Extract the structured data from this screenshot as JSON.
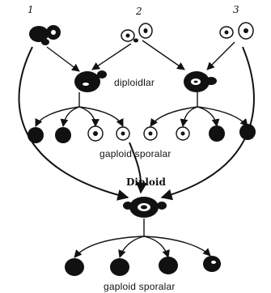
{
  "strain_numbers": [
    "1",
    "2",
    "3"
  ],
  "labels": {
    "diploidlar": "diploidlar",
    "gaploid_sporalar_top": "gaploid sporalar",
    "diploid": "Diploid",
    "gaploid_sporalar_bottom": "gaploid sporalar"
  },
  "colors": {
    "ink": "#111111",
    "paper": "#ffffff"
  }
}
